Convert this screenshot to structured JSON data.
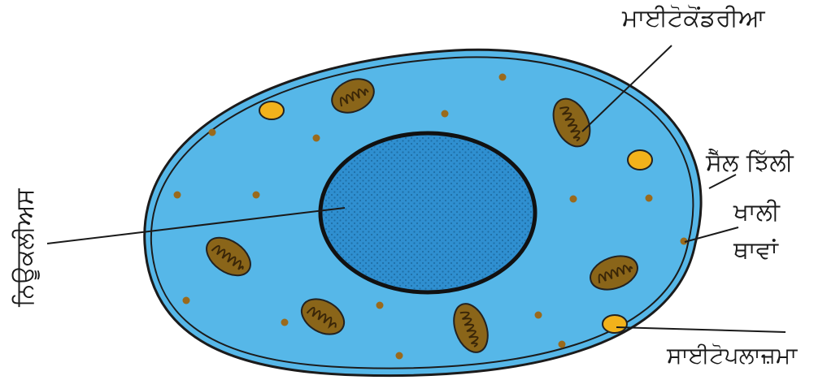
{
  "labels": {
    "mitochondria": "ਮਾਈਟੋਕੋਂਡਰੀਆ",
    "cell_membrane": "ਸੈੱਲ ਝਿੱਲੀ",
    "vacuole_line1": "ਖਾਲੀ",
    "vacuole_line2": "ਥਾਵਾਂ",
    "cytoplasm": "ਸਾਈਟੋਪਲਾਜ਼ਮਾ",
    "nucleus": "ਨਿਊਕਲੀਅਸ"
  },
  "colors": {
    "cytoplasm": "#56b7e8",
    "nucleus": "#2f8fd0",
    "nucleus_dots": "#1f6ea6",
    "outline": "#1b1b1b",
    "mitochondria": "#8a6519",
    "mitochondria_inner": "#3a2608",
    "granule": "#9a6a1c",
    "vesicle": "#f2b21b"
  }
}
